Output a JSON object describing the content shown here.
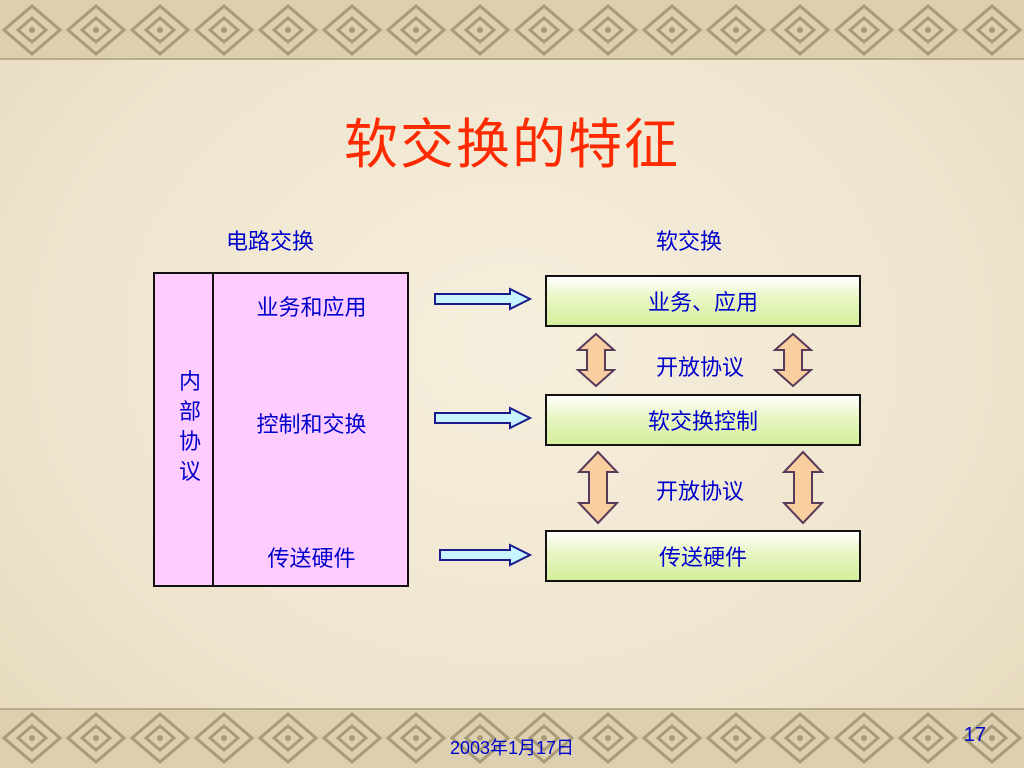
{
  "slide": {
    "title": "软交换的特征",
    "footer_date": "2003年1月17日",
    "page_number": "17"
  },
  "left": {
    "heading": "电路交换",
    "side_label_chars": [
      "内",
      "部",
      "协",
      "议"
    ],
    "layers": [
      "业务和应用",
      "控制和交换",
      "传送硬件"
    ]
  },
  "right": {
    "heading": "软交换",
    "layers": [
      "业务、应用",
      "软交换控制",
      "传送硬件"
    ],
    "protocols": [
      "开放协议",
      "开放协议"
    ]
  },
  "colors": {
    "title": "#ff2a00",
    "text": "#0000cc",
    "left_box_fill": "#ffccff",
    "right_box_fill": "#d4ef9a",
    "arrow_fill": "#f9cfa0",
    "arrow_h_fill": "#c8f4ff"
  }
}
